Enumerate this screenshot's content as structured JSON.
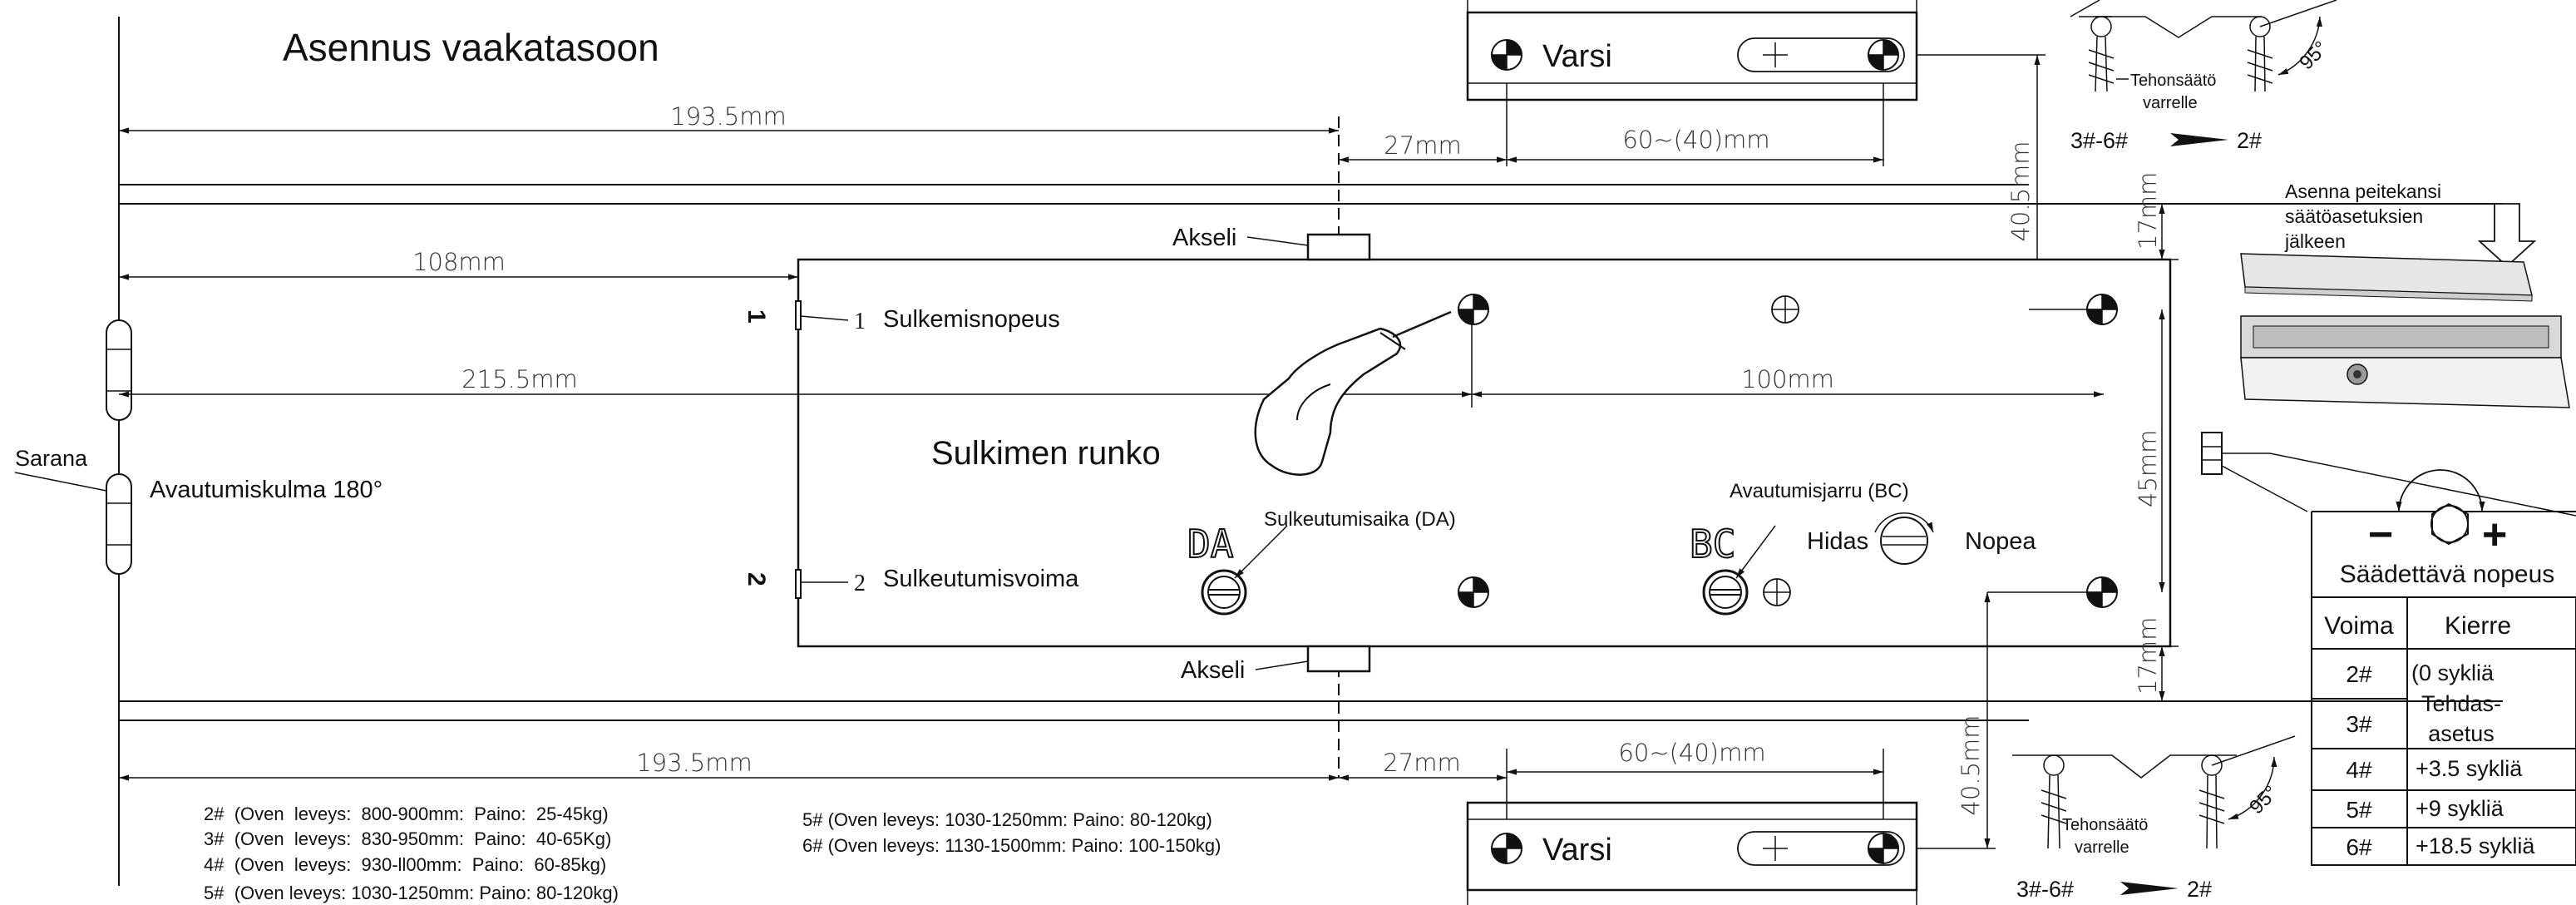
{
  "title": "Asennus vaakatasoon",
  "dims": {
    "d193_top": "193.5mm",
    "d193_bot": "193.5mm",
    "d108": "108mm",
    "d215": "215.5mm",
    "d27_top": "27mm",
    "d27_bot": "27mm",
    "d60_top": "60~(40)mm",
    "d60_bot": "60~(40)mm",
    "d100": "100mm",
    "d40_top": "40.5mm",
    "d40_bot": "40.5mm",
    "d17_top": "17mm",
    "d17_bot": "17mm",
    "d45": "45mm"
  },
  "labels": {
    "akseli_top": "Akseli",
    "akseli_bot": "Akseli",
    "sulkemisnopeus_num": "1",
    "sulkemisnopeus": "Sulkemisnopeus",
    "sulkeutumisvoima_num": "2",
    "sulkeutumisvoima": "Sulkeutumisvoima",
    "body": "Sulkimen runko",
    "sarana": "Sarana",
    "avautumiskulma": "Avautumiskulma 180°",
    "da_mark": "DA",
    "da_label": "Sulkeutumisaika (DA)",
    "bc_mark": "BC",
    "bc_label": "Avautumisjarru (BC)",
    "hidas": "Hidas",
    "nopea": "Nopea",
    "varsi_top": "Varsi",
    "varsi_bot": "Varsi",
    "side_one": "1",
    "side_two": "2"
  },
  "arm_detail_top": {
    "tehon_line1": "Tehonsäätö",
    "tehon_line2": "varrelle",
    "angle": "95°",
    "from": "3#-6#",
    "to": "2#"
  },
  "arm_detail_bot": {
    "tehon_line1": "Tehonsäätö",
    "tehon_line2": "varrelle",
    "angle": "95°",
    "from": "3#-6#",
    "to": "2#"
  },
  "cover_note": [
    "Asenna peitekansi",
    "säätöasetuksien",
    "jälkeen"
  ],
  "speed_panel": {
    "title": "Säädettävä nopeus",
    "minus": "−",
    "plus": "+",
    "headers": [
      "Voima",
      "Kierre"
    ],
    "rows": [
      {
        "voima": "2#",
        "kierre": "(0 sykliä"
      },
      {
        "voima": "3#",
        "kierre": ""
      },
      {
        "voima": "4#",
        "kierre": "+3.5 sykliä"
      },
      {
        "voima": "5#",
        "kierre": "+9 sykliä"
      },
      {
        "voima": "6#",
        "kierre": "+18.5 sykliä"
      }
    ],
    "factory_line1": "Tehdas-",
    "factory_line2": "asetus"
  },
  "notes_left": [
    "2#  (Oven  leveys:  800-900mm:  Paino:  25-45kg)",
    "3#  (Oven  leveys:  830-950mm:  Paino:  40-65Kg)",
    "4#  (Oven  leveys:  930-ll00mm:  Paino:  60-85kg)",
    "5#  (Oven leveys: 1030-1250mm: Paino: 80-120kg)"
  ],
  "notes_right": [
    "5# (Oven leveys: 1030-1250mm: Paino: 80-120kg)",
    "6# (Oven leveys: 1130-1500mm: Paino: 100-150kg)"
  ]
}
